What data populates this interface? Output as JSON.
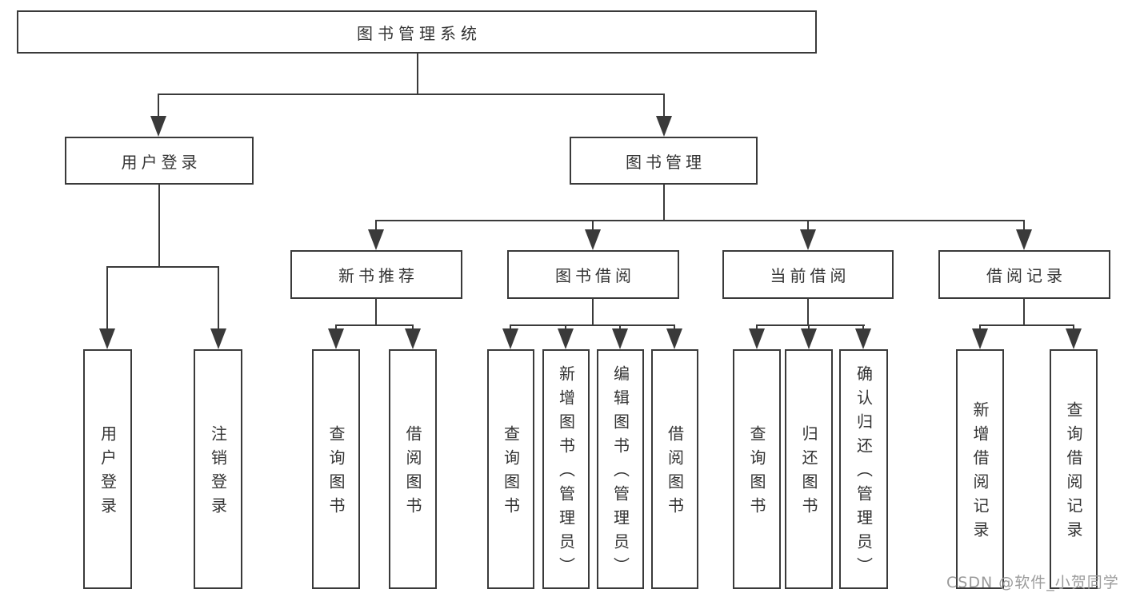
{
  "colors": {
    "background": "#ffffff",
    "line": "#3a3a3a",
    "text": "#333333",
    "watermark_text_color": "#9b9b9b"
  },
  "watermark": {
    "text": "CSDN @软件_小贺同学"
  },
  "tree": {
    "label": "图书管理系统",
    "children": [
      {
        "label": "用户登录",
        "children": [
          {
            "label": "用户登录"
          },
          {
            "label": "注销登录"
          }
        ]
      },
      {
        "label": "图书管理",
        "children": [
          {
            "label": "新书推荐",
            "children": [
              {
                "label": "查询图书"
              },
              {
                "label": "借阅图书"
              }
            ]
          },
          {
            "label": "图书借阅",
            "children": [
              {
                "label": "查询图书"
              },
              {
                "label": "新增图书（管理员）"
              },
              {
                "label": "编辑图书（管理员）"
              },
              {
                "label": "借阅图书"
              }
            ]
          },
          {
            "label": "当前借阅",
            "children": [
              {
                "label": "查询图书"
              },
              {
                "label": "归还图书"
              },
              {
                "label": "确认归还（管理员）"
              }
            ]
          },
          {
            "label": "借阅记录",
            "children": [
              {
                "label": "新增借阅记录"
              },
              {
                "label": "查询借阅记录"
              }
            ]
          }
        ]
      }
    ]
  }
}
